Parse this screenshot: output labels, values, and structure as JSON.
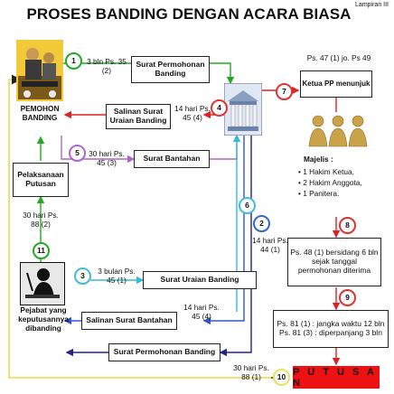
{
  "header": {
    "title": "PROSES BANDING DENGAN ACARA BIASA",
    "corner_label": "Lampiran III"
  },
  "parties": {
    "pemohon": "PEMOHON BANDING",
    "pejabat": "Pejabat yang keputusannya dibanding",
    "ketua_pp": "Ketua PP menunjuk"
  },
  "boxes": {
    "surat_permohonan": "Surat Permohonan Banding",
    "salinan_uraian": "Salinan Surat Uraian Banding",
    "surat_bantahan": "Surat Bantahan",
    "pelaksanaan": "Pelaksanaan Putusan",
    "surat_uraian": "Surat Uraian Banding",
    "salinan_bantahan": "Salinan Surat Bantahan",
    "surat_permohonan_2": "Surat Permohonan Banding",
    "ps48": "Ps. 48 (1) bersidang 6 bln sejak tanggal permohonan diterima",
    "ps81": "Ps. 81 (1) : jangka waktu 12 bln Ps. 81 (3) : diperpanjang 3 bln",
    "putusan": "P U T U S A N"
  },
  "steps": {
    "s1": {
      "num": "1",
      "label": "3 bln Ps. 35 (2)"
    },
    "s2": {
      "num": "2",
      "label": "14 hari Ps. 44 (1)"
    },
    "s3": {
      "num": "3",
      "label": "3 bulan Ps. 45 (1)"
    },
    "s4": {
      "num": "4",
      "label": "14 hari Ps. 45 (4)"
    },
    "s4b": {
      "label": "14 hari Ps. 45 (4)"
    },
    "s5": {
      "num": "5",
      "label": "30 hari Ps. 45 (3)"
    },
    "s6": {
      "num": "6"
    },
    "s7": {
      "num": "7",
      "label": "Ps. 47 (1) jo. Ps 49"
    },
    "s8": {
      "num": "8"
    },
    "s9": {
      "num": "9"
    },
    "s10": {
      "num": "10",
      "label": "30 hari Ps. 88 (1)"
    },
    "s11": {
      "num": "11",
      "label": "30 hari Ps. 88 (2)"
    }
  },
  "majelis": {
    "heading": "Majelis :",
    "items": [
      "1 Hakim Ketua,",
      "2 Hakim Anggota,",
      "1 Panitera."
    ]
  },
  "colors": {
    "green": "#22aa22",
    "red": "#dd2222",
    "purple": "#aa66cc",
    "cyan": "#33bbdd",
    "blue": "#3355cc",
    "yellow": "#e8e060",
    "navy": "#222288"
  }
}
